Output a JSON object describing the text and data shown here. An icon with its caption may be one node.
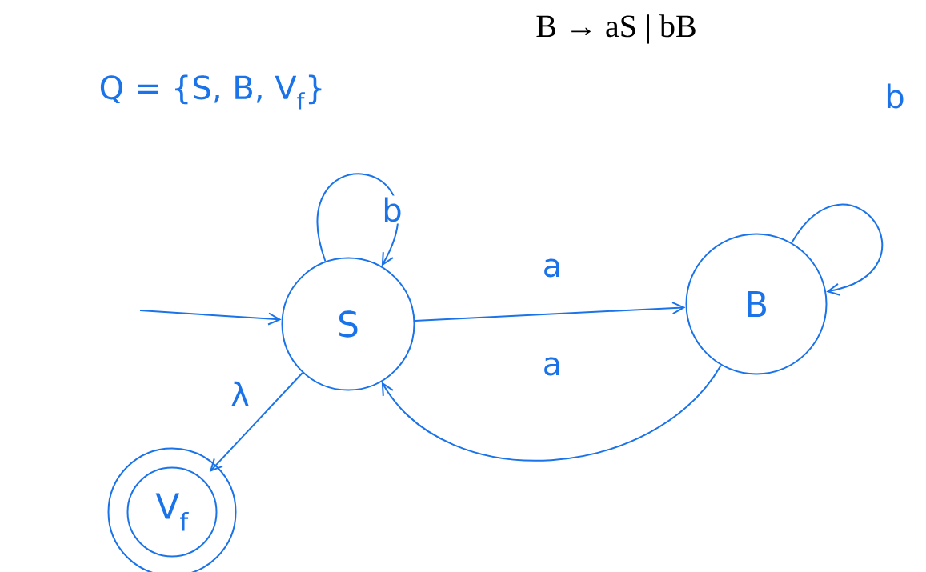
{
  "diagram": {
    "nodes": [
      {
        "text": [
          "S"
        ]
      },
      {
        "text": [
          "B"
        ]
      },
      {
        "text": [
          "V$_{f}$"
        ]
      }
    ],
    "edges": [
      {
        "from": null,
        "to": 0,
        "arrow": "to"
      },
      {
        "from": 0,
        "to": 1,
        "arrow": "to",
        "label": "a"
      },
      {
        "from": 1,
        "to": 0,
        "arrow": "to",
        "label": "a"
      },
      {
        "from": 0,
        "to": 0,
        "arrow": "to",
        "label": "b"
      },
      {
        "from": 1,
        "to": 1,
        "arrow": "to",
        "label": "b"
      },
      {
        "from": 0,
        "to": 2,
        "arrow": "to",
        "label": "λ"
      }
    ],
    "labels": [
      "B → aS | bB",
      "Q = {S, B, V$_{f}$}"
    ]
  }
}
